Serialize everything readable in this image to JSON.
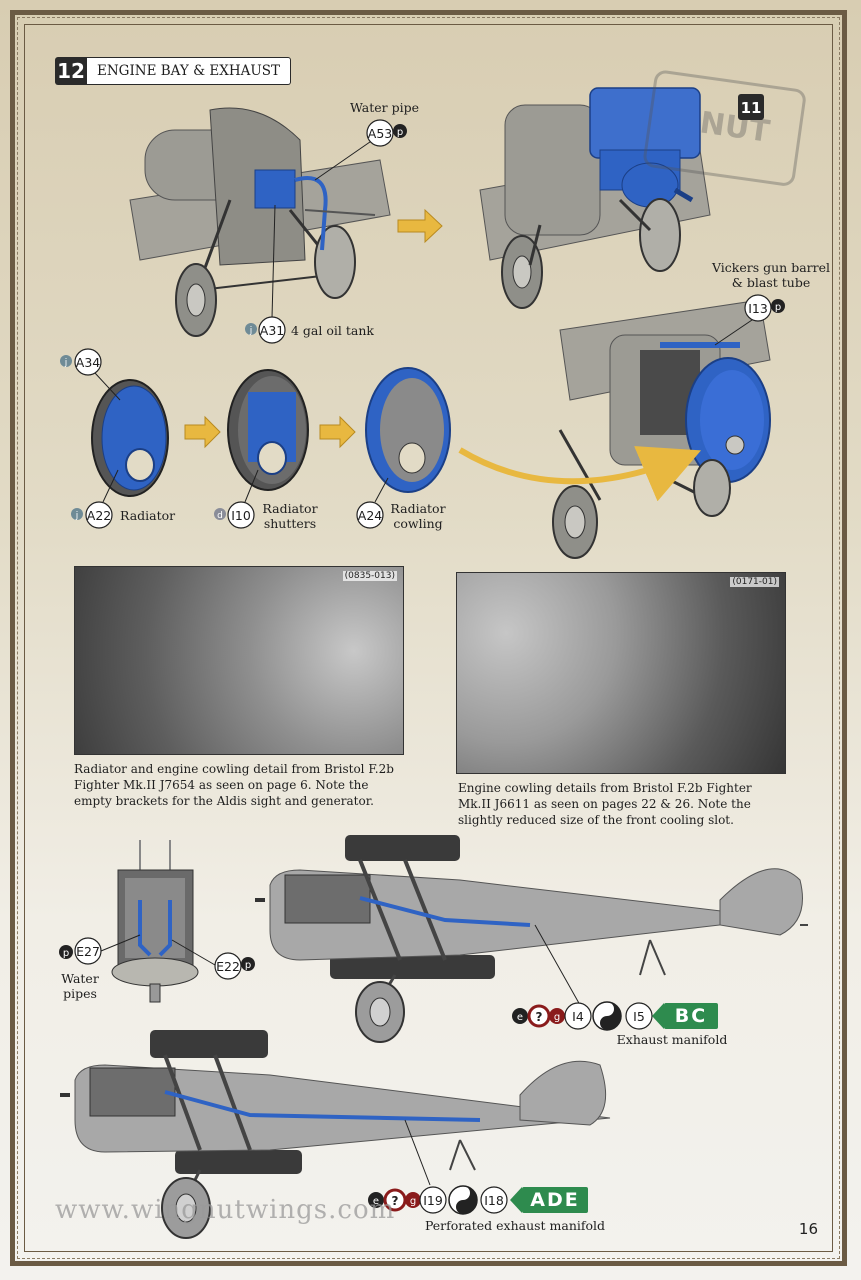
{
  "step": {
    "number": "12",
    "title": "ENGINE BAY & EXHAUST"
  },
  "ref_step": "11",
  "callouts": {
    "water_pipe": "Water pipe",
    "oil_tank": "4 gal oil tank",
    "vickers_line1": "Vickers gun barrel",
    "vickers_line2": "& blast tube",
    "radiator": "Radiator",
    "radiator_shutters_line1": "Radiator",
    "radiator_shutters_line2": "shutters",
    "radiator_cowling_line1": "Radiator",
    "radiator_cowling_line2": "cowling",
    "water_pipes_line1": "Water",
    "water_pipes_line2": "pipes",
    "exhaust_manifold": "Exhaust manifold",
    "perforated_exhaust": "Perforated exhaust manifold"
  },
  "parts": {
    "a53": "A53",
    "a31": "A31",
    "i13": "I13",
    "a34": "A34",
    "a22": "A22",
    "i10": "I10",
    "a24": "A24",
    "e27": "E27",
    "e22": "E22",
    "i4": "I4",
    "i5": "I5",
    "i19": "I19",
    "i18": "I18"
  },
  "paint": {
    "p": "p",
    "j": "j",
    "d": "d",
    "e": "e",
    "g": "g",
    "q": "?"
  },
  "version_codes": {
    "bc": "BC",
    "ade": "ADE"
  },
  "photos": {
    "left": {
      "ref": "(0835-013)",
      "caption": "Radiator and engine cowling detail from Bristol F.2b Fighter Mk.II J7654 as seen on page 6. Note the empty brackets for the Aldis sight and generator."
    },
    "right": {
      "ref": "(0171-01)",
      "caption": "Engine cowling details from Bristol F.2b Fighter Mk.II J6611 as seen on pages 22 & 26. Note the slightly reduced size of the front cooling slot."
    }
  },
  "watermark": "www.wingnutwings.com",
  "page_number": "16",
  "colors": {
    "part_blue": "#2f63c4",
    "badge_green": "#2e8b4e",
    "frame": "#6b5b44",
    "paint_red": "#8a1b1b"
  }
}
